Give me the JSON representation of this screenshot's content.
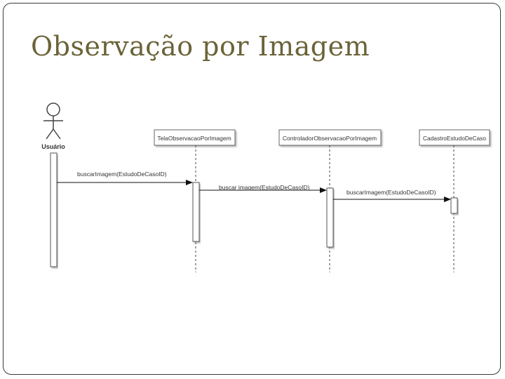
{
  "title": "Observação por Imagem",
  "actor": {
    "label": "Usuário"
  },
  "lifelines": [
    {
      "label": "TelaObservacaoPorImagem"
    },
    {
      "label": "ControladorObservacaoPorImagem"
    },
    {
      "label": "CadastroEstudoDeCaso"
    }
  ],
  "messages": [
    {
      "label": "buscarImagem(EstudoDeCasoID)"
    },
    {
      "label": "buscar imagem(EstudoDeCasoID)"
    },
    {
      "label": "buscarImagem(EstudoDeCasoID)"
    }
  ]
}
